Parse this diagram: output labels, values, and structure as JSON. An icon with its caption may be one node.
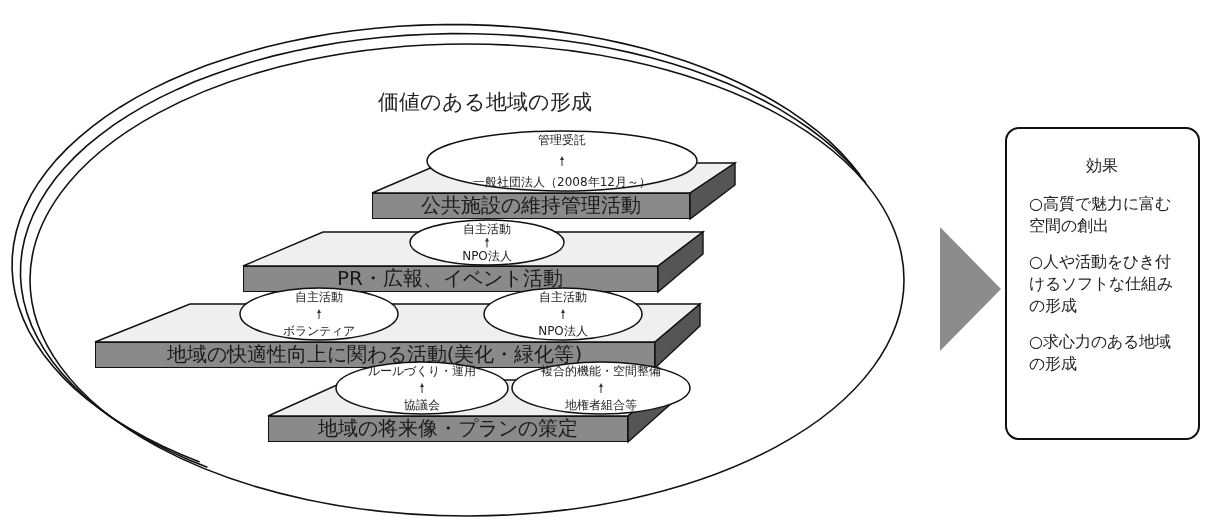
{
  "diagram": {
    "nodes": [
      {
        "text": [
          "価値のある地域の形成"
        ]
      },
      {
        "text": [
          "管理受託",
          "一般社団法人（2008年12月～）"
        ],
        "in": 0
      },
      {
        "text": [
          "公共施設の維持管理活動"
        ],
        "in": 0
      },
      {
        "text": [
          "自主活動",
          "NPO法人"
        ],
        "in": 0
      },
      {
        "text": [
          "PR・広報、イベント活動"
        ],
        "in": 0
      },
      {
        "text": [
          "自主活動",
          "ボランティア"
        ],
        "in": 0
      },
      {
        "text": [
          "自主活動",
          "NPO法人"
        ],
        "in": 0
      },
      {
        "text": [
          "地域の快適性向上に関わる活動(美化・緑化等)"
        ],
        "in": 0
      },
      {
        "text": [
          "ルールづくり・運用",
          "協議会"
        ],
        "in": 0
      },
      {
        "text": [
          "複合的機能・空間整備",
          "地権者組合等"
        ],
        "in": 0
      },
      {
        "text": [
          "地域の将来像・プランの策定"
        ],
        "in": 0
      },
      {
        "text": [
          "効果",
          "○高質で魅力に富む空間の創出",
          "○人や活動をひき付けるソフトな仕組みの形成",
          "○求心力のある地域の形成"
        ]
      }
    ],
    "edges": [
      {
        "from": 0,
        "to": 11,
        "arrow": "to"
      }
    ]
  }
}
